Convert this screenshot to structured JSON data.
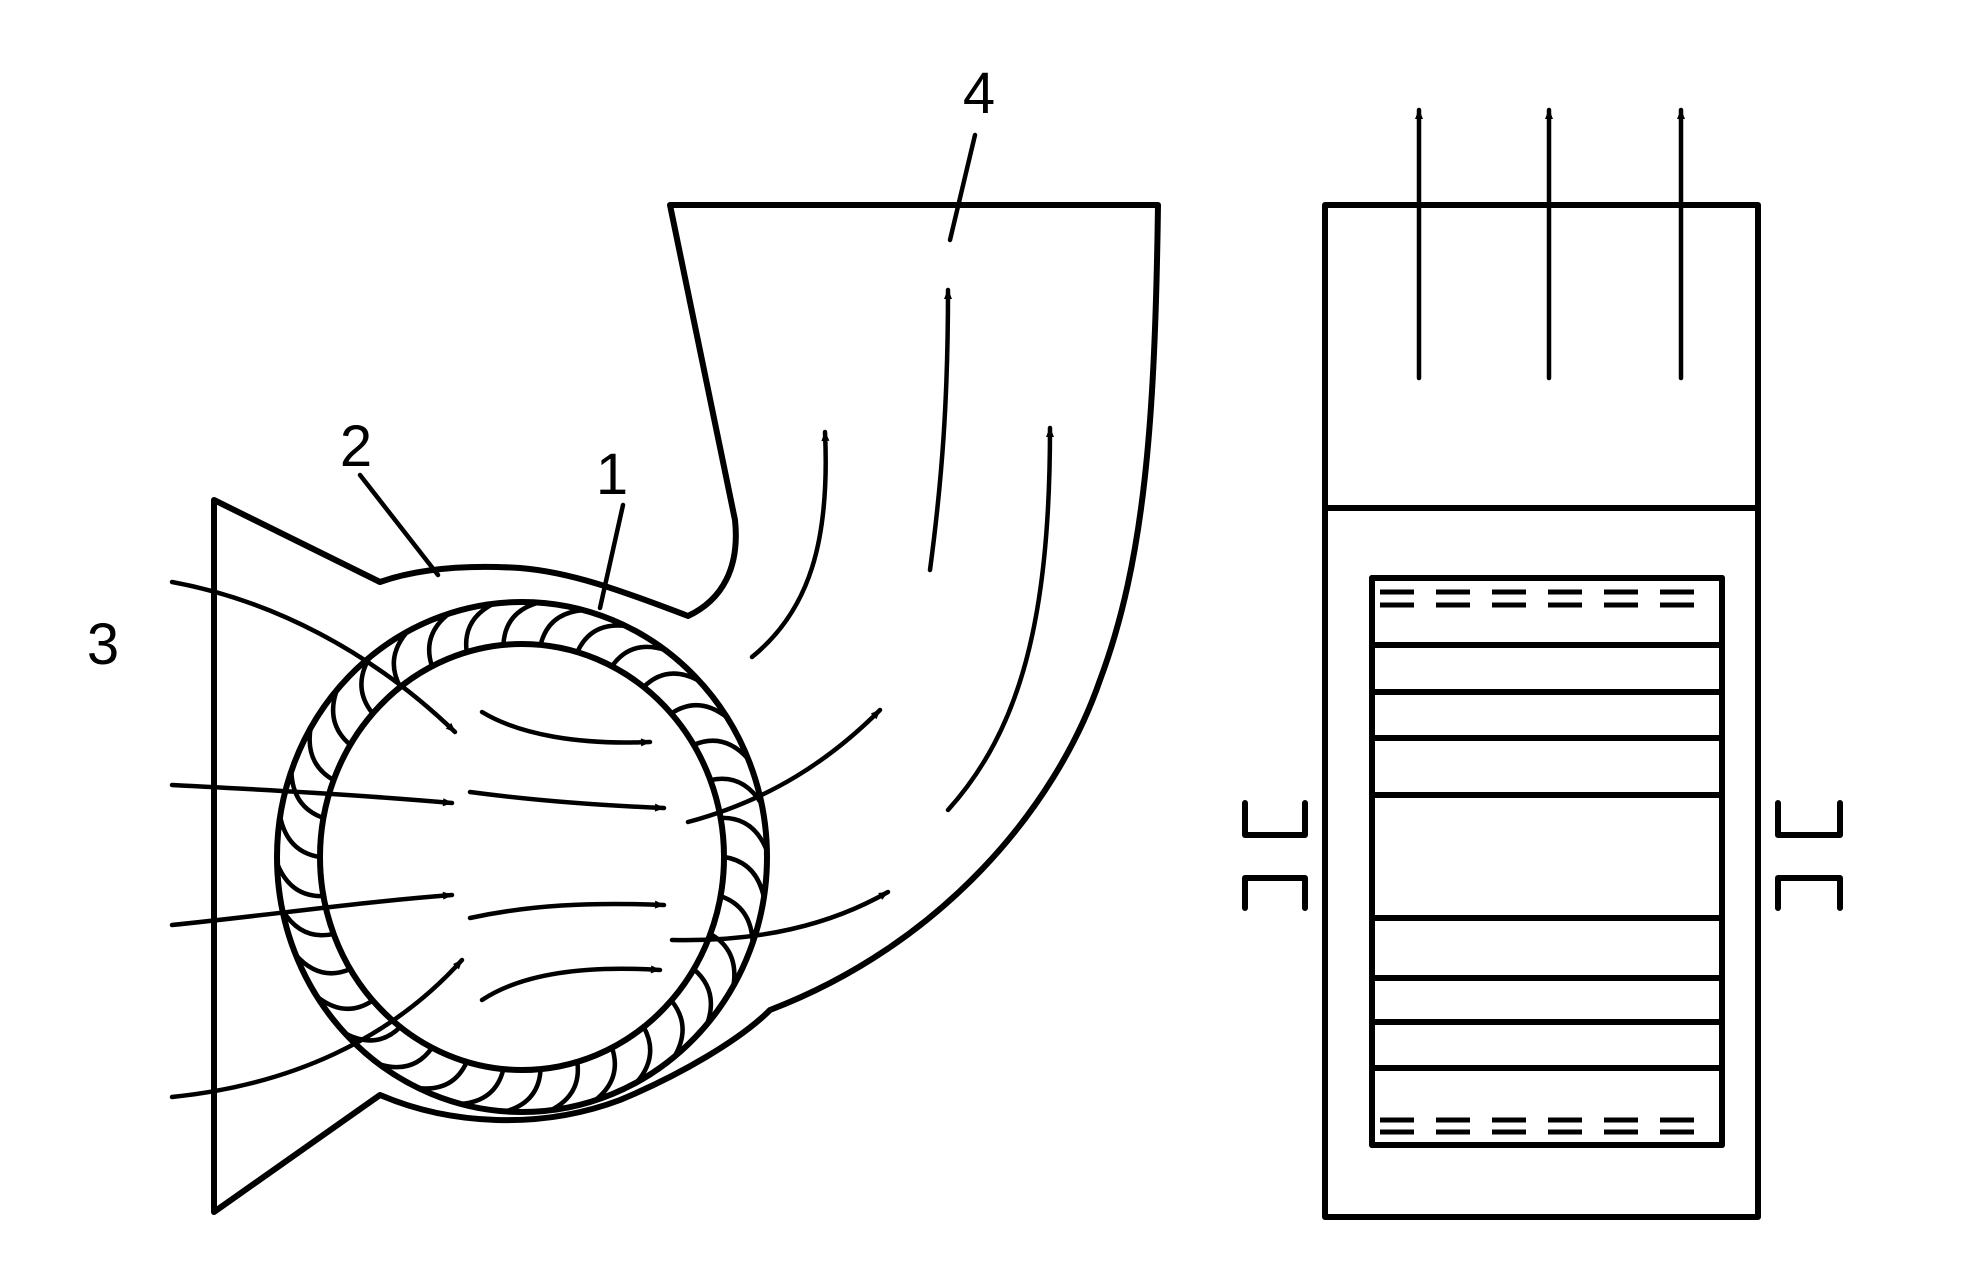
{
  "labels": {
    "impeller": "1",
    "housing": "2",
    "inlet": "3",
    "outlet": "4"
  },
  "colors": {
    "line": "#000000",
    "background": "#ffffff"
  }
}
